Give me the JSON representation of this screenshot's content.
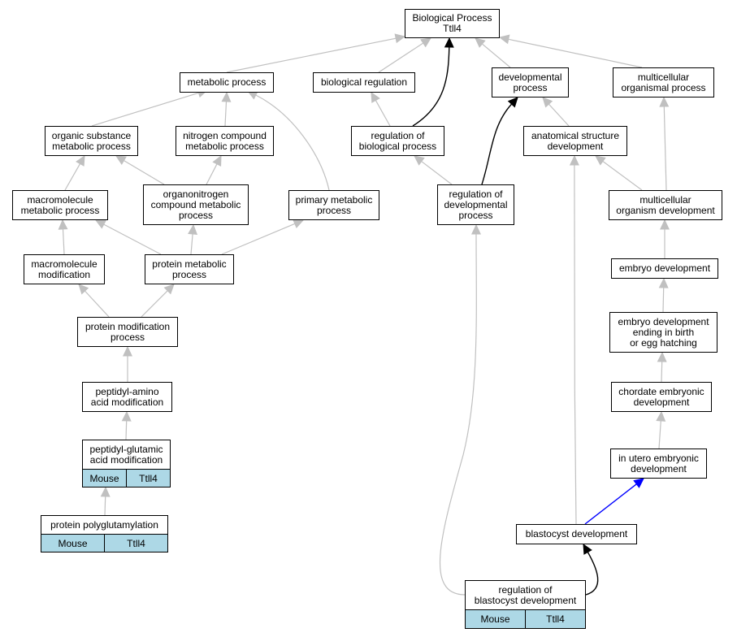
{
  "root": {
    "label": "Biological Process\nTtll4"
  },
  "nodes": {
    "metabolic_process": "metabolic process",
    "biological_regulation": "biological regulation",
    "developmental_process": "developmental\nprocess",
    "multicellular_organismal_process": "multicellular\norganismal process",
    "organic_substance_metabolic_process": "organic substance\nmetabolic process",
    "nitrogen_compound_metabolic_process": "nitrogen compound\nmetabolic process",
    "regulation_of_biological_process": "regulation of\nbiological process",
    "anatomical_structure_development": "anatomical structure\ndevelopment",
    "macromolecule_metabolic_process": "macromolecule\nmetabolic process",
    "organonitrogen_compound_metabolic_process": "organonitrogen\ncompound metabolic\nprocess",
    "primary_metabolic_process": "primary metabolic\nprocess",
    "regulation_of_developmental_process": "regulation of\ndevelopmental\nprocess",
    "multicellular_organism_development": "multicellular\norganism development",
    "macromolecule_modification": "macromolecule\nmodification",
    "protein_metabolic_process": "protein metabolic\nprocess",
    "embryo_development": "embryo development",
    "protein_modification_process": "protein modification\nprocess",
    "embryo_development_ending_in_birth": "embryo development\nending in birth\nor egg hatching",
    "peptidyl_amino_acid_modification": "peptidyl-amino\nacid modification",
    "chordate_embryonic_development": "chordate embryonic\ndevelopment",
    "peptidyl_glutamic_acid_modification": "peptidyl-glutamic\nacid modification",
    "in_utero_embryonic_development": "in utero embryonic\ndevelopment",
    "blastocyst_development": "blastocyst development",
    "protein_polyglutamylation": "protein polyglutamylation",
    "regulation_of_blastocyst_development": "regulation of\nblastocyst development"
  },
  "annotations": {
    "peptidyl_glutamic_acid_modification": {
      "species": "Mouse",
      "gene": "Ttll4"
    },
    "protein_polyglutamylation": {
      "species": "Mouse",
      "gene": "Ttll4"
    },
    "regulation_of_blastocyst_development": {
      "species": "Mouse",
      "gene": "Ttll4"
    }
  },
  "edge_colors": {
    "is_a": "#c0c0c0",
    "regulates": "#000000",
    "part_of": "#0000ff"
  }
}
